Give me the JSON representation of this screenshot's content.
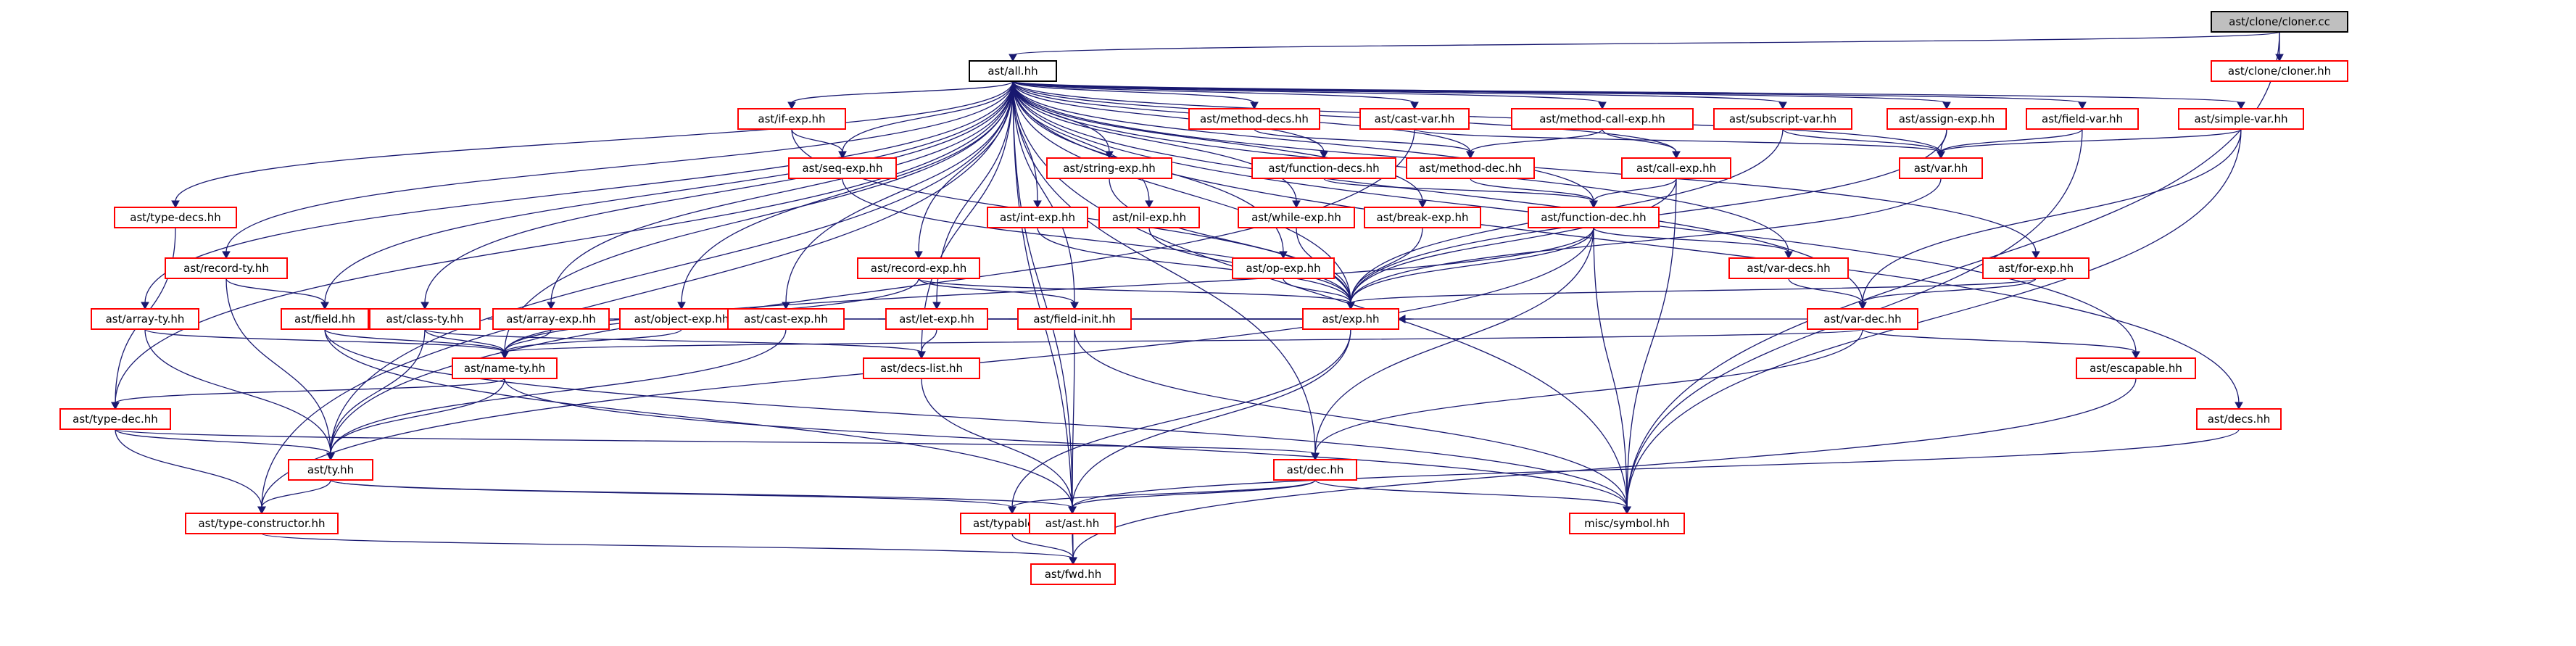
{
  "colors": {
    "edge": "#191970",
    "node_border": "#ff0000",
    "root_fill": "#bfbfbf",
    "root_border": "#000000"
  },
  "nodes": [
    {
      "id": "root",
      "label": "ast/clone/cloner.cc",
      "style": "root"
    },
    {
      "id": "all",
      "label": "ast/all.hh",
      "style": "hub"
    },
    {
      "id": "cloner",
      "label": "ast/clone/cloner.hh"
    },
    {
      "id": "ifexp",
      "label": "ast/if-exp.hh"
    },
    {
      "id": "methoddecs",
      "label": "ast/method-decs.hh"
    },
    {
      "id": "castvar",
      "label": "ast/cast-var.hh"
    },
    {
      "id": "methodcall",
      "label": "ast/method-call-exp.hh"
    },
    {
      "id": "subscript",
      "label": "ast/subscript-var.hh"
    },
    {
      "id": "assign",
      "label": "ast/assign-exp.hh"
    },
    {
      "id": "fieldvar",
      "label": "ast/field-var.hh"
    },
    {
      "id": "simplevar",
      "label": "ast/simple-var.hh"
    },
    {
      "id": "seqexp",
      "label": "ast/seq-exp.hh"
    },
    {
      "id": "stringexp",
      "label": "ast/string-exp.hh"
    },
    {
      "id": "functiondecs",
      "label": "ast/function-decs.hh"
    },
    {
      "id": "methoddec",
      "label": "ast/method-dec.hh"
    },
    {
      "id": "callexp",
      "label": "ast/call-exp.hh"
    },
    {
      "id": "var",
      "label": "ast/var.hh"
    },
    {
      "id": "typedecs",
      "label": "ast/type-decs.hh"
    },
    {
      "id": "intexp",
      "label": "ast/int-exp.hh"
    },
    {
      "id": "nilexp",
      "label": "ast/nil-exp.hh"
    },
    {
      "id": "whileexp",
      "label": "ast/while-exp.hh"
    },
    {
      "id": "breakexp",
      "label": "ast/break-exp.hh"
    },
    {
      "id": "functiondec",
      "label": "ast/function-dec.hh"
    },
    {
      "id": "recordty",
      "label": "ast/record-ty.hh"
    },
    {
      "id": "recordexp",
      "label": "ast/record-exp.hh"
    },
    {
      "id": "opexp",
      "label": "ast/op-exp.hh"
    },
    {
      "id": "vardecs",
      "label": "ast/var-decs.hh"
    },
    {
      "id": "forexp",
      "label": "ast/for-exp.hh"
    },
    {
      "id": "arrayty",
      "label": "ast/array-ty.hh"
    },
    {
      "id": "field",
      "label": "ast/field.hh"
    },
    {
      "id": "classty",
      "label": "ast/class-ty.hh"
    },
    {
      "id": "arrayexp",
      "label": "ast/array-exp.hh"
    },
    {
      "id": "objectexp",
      "label": "ast/object-exp.hh"
    },
    {
      "id": "castexp",
      "label": "ast/cast-exp.hh"
    },
    {
      "id": "letexp",
      "label": "ast/let-exp.hh"
    },
    {
      "id": "fieldinit",
      "label": "ast/field-init.hh"
    },
    {
      "id": "exp",
      "label": "ast/exp.hh"
    },
    {
      "id": "vardec",
      "label": "ast/var-dec.hh"
    },
    {
      "id": "namety",
      "label": "ast/name-ty.hh"
    },
    {
      "id": "decslist",
      "label": "ast/decs-list.hh"
    },
    {
      "id": "escapable",
      "label": "ast/escapable.hh"
    },
    {
      "id": "typedec",
      "label": "ast/type-dec.hh"
    },
    {
      "id": "decs",
      "label": "ast/decs.hh"
    },
    {
      "id": "ty",
      "label": "ast/ty.hh"
    },
    {
      "id": "dec",
      "label": "ast/dec.hh"
    },
    {
      "id": "typeconstructor",
      "label": "ast/type-constructor.hh"
    },
    {
      "id": "typable",
      "label": "ast/typable.hh"
    },
    {
      "id": "ast",
      "label": "ast/ast.hh"
    },
    {
      "id": "symbol",
      "label": "misc/symbol.hh"
    },
    {
      "id": "fwd",
      "label": "ast/fwd.hh"
    }
  ],
  "edges": [
    [
      "root",
      "all"
    ],
    [
      "root",
      "cloner"
    ],
    [
      "root",
      "symbol"
    ],
    [
      "all",
      "ifexp"
    ],
    [
      "all",
      "methoddecs"
    ],
    [
      "all",
      "castvar"
    ],
    [
      "all",
      "methodcall"
    ],
    [
      "all",
      "subscript"
    ],
    [
      "all",
      "assign"
    ],
    [
      "all",
      "fieldvar"
    ],
    [
      "all",
      "simplevar"
    ],
    [
      "all",
      "seqexp"
    ],
    [
      "all",
      "stringexp"
    ],
    [
      "all",
      "functiondecs"
    ],
    [
      "all",
      "methoddec"
    ],
    [
      "all",
      "callexp"
    ],
    [
      "all",
      "var"
    ],
    [
      "all",
      "typedecs"
    ],
    [
      "all",
      "intexp"
    ],
    [
      "all",
      "nilexp"
    ],
    [
      "all",
      "whileexp"
    ],
    [
      "all",
      "breakexp"
    ],
    [
      "all",
      "functiondec"
    ],
    [
      "all",
      "recordty"
    ],
    [
      "all",
      "recordexp"
    ],
    [
      "all",
      "opexp"
    ],
    [
      "all",
      "vardecs"
    ],
    [
      "all",
      "forexp"
    ],
    [
      "all",
      "arrayty"
    ],
    [
      "all",
      "field"
    ],
    [
      "all",
      "classty"
    ],
    [
      "all",
      "arrayexp"
    ],
    [
      "all",
      "objectexp"
    ],
    [
      "all",
      "castexp"
    ],
    [
      "all",
      "letexp"
    ],
    [
      "all",
      "fieldinit"
    ],
    [
      "all",
      "exp"
    ],
    [
      "all",
      "vardec"
    ],
    [
      "all",
      "namety"
    ],
    [
      "all",
      "decslist"
    ],
    [
      "all",
      "escapable"
    ],
    [
      "all",
      "typedec"
    ],
    [
      "all",
      "decs"
    ],
    [
      "all",
      "ty"
    ],
    [
      "all",
      "dec"
    ],
    [
      "all",
      "typeconstructor"
    ],
    [
      "all",
      "ast"
    ],
    [
      "all",
      "symbol"
    ],
    [
      "all",
      "fwd"
    ],
    [
      "ifexp",
      "seqexp"
    ],
    [
      "ifexp",
      "exp"
    ],
    [
      "methoddecs",
      "methoddec"
    ],
    [
      "castvar",
      "var"
    ],
    [
      "castvar",
      "ty"
    ],
    [
      "methodcall",
      "callexp"
    ],
    [
      "methodcall",
      "methoddec"
    ],
    [
      "subscript",
      "var"
    ],
    [
      "subscript",
      "exp"
    ],
    [
      "assign",
      "var"
    ],
    [
      "assign",
      "exp"
    ],
    [
      "fieldvar",
      "var"
    ],
    [
      "fieldvar",
      "symbol"
    ],
    [
      "simplevar",
      "var"
    ],
    [
      "simplevar",
      "vardec"
    ],
    [
      "simplevar",
      "symbol"
    ],
    [
      "seqexp",
      "exp"
    ],
    [
      "stringexp",
      "exp"
    ],
    [
      "functiondecs",
      "functiondec"
    ],
    [
      "methoddec",
      "functiondec"
    ],
    [
      "callexp",
      "functiondec"
    ],
    [
      "callexp",
      "exp"
    ],
    [
      "callexp",
      "symbol"
    ],
    [
      "var",
      "exp"
    ],
    [
      "typedecs",
      "typedec"
    ],
    [
      "intexp",
      "exp"
    ],
    [
      "nilexp",
      "exp"
    ],
    [
      "whileexp",
      "exp"
    ],
    [
      "breakexp",
      "exp"
    ],
    [
      "functiondec",
      "vardecs"
    ],
    [
      "functiondec",
      "exp"
    ],
    [
      "functiondec",
      "namety"
    ],
    [
      "functiondec",
      "dec"
    ],
    [
      "functiondec",
      "typeconstructor"
    ],
    [
      "functiondec",
      "symbol"
    ],
    [
      "recordty",
      "field"
    ],
    [
      "recordty",
      "ty"
    ],
    [
      "recordexp",
      "fieldinit"
    ],
    [
      "recordexp",
      "exp"
    ],
    [
      "recordexp",
      "namety"
    ],
    [
      "opexp",
      "exp"
    ],
    [
      "vardecs",
      "vardec"
    ],
    [
      "forexp",
      "vardec"
    ],
    [
      "forexp",
      "exp"
    ],
    [
      "arrayty",
      "namety"
    ],
    [
      "arrayty",
      "ty"
    ],
    [
      "field",
      "namety"
    ],
    [
      "field",
      "ast"
    ],
    [
      "field",
      "symbol"
    ],
    [
      "classty",
      "namety"
    ],
    [
      "classty",
      "ty"
    ],
    [
      "classty",
      "decslist"
    ],
    [
      "arrayexp",
      "namety"
    ],
    [
      "arrayexp",
      "exp"
    ],
    [
      "objectexp",
      "namety"
    ],
    [
      "objectexp",
      "exp"
    ],
    [
      "castexp",
      "exp"
    ],
    [
      "castexp",
      "ty"
    ],
    [
      "letexp",
      "decslist"
    ],
    [
      "letexp",
      "exp"
    ],
    [
      "fieldinit",
      "exp"
    ],
    [
      "fieldinit",
      "ast"
    ],
    [
      "fieldinit",
      "symbol"
    ],
    [
      "exp",
      "typable"
    ],
    [
      "exp",
      "ast"
    ],
    [
      "vardec",
      "exp"
    ],
    [
      "vardec",
      "namety"
    ],
    [
      "vardec",
      "dec"
    ],
    [
      "vardec",
      "escapable"
    ],
    [
      "namety",
      "ty"
    ],
    [
      "namety",
      "typedec"
    ],
    [
      "namety",
      "symbol"
    ],
    [
      "decslist",
      "ast"
    ],
    [
      "escapable",
      "fwd"
    ],
    [
      "typedec",
      "ty"
    ],
    [
      "typedec",
      "dec"
    ],
    [
      "typedec",
      "typeconstructor"
    ],
    [
      "decs",
      "ast"
    ],
    [
      "ty",
      "typable"
    ],
    [
      "ty",
      "ast"
    ],
    [
      "ty",
      "typeconstructor"
    ],
    [
      "dec",
      "typable"
    ],
    [
      "dec",
      "ast"
    ],
    [
      "dec",
      "symbol"
    ],
    [
      "typeconstructor",
      "fwd"
    ],
    [
      "typable",
      "fwd"
    ],
    [
      "ast",
      "fwd"
    ]
  ]
}
